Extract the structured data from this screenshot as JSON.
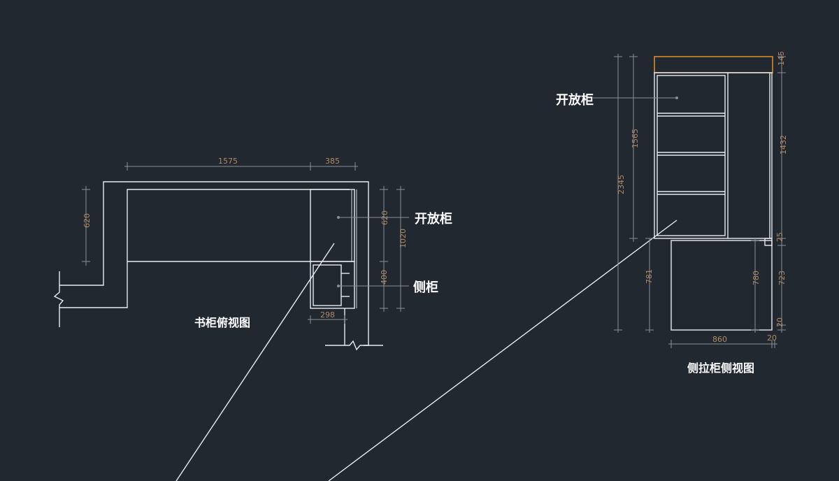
{
  "plan_view": {
    "title": "书柜俯视图",
    "label_open": "开放柜",
    "label_side": "侧柜",
    "dims": {
      "w1": "1575",
      "w2": "385",
      "h_left": "620",
      "h_open": "620",
      "h_total": "1020",
      "h_side": "400",
      "w_side": "298"
    }
  },
  "side_view": {
    "title": "侧拉柜侧视图",
    "label_open": "开放柜",
    "dims": {
      "top": "145",
      "total": "2345",
      "upper_inner": "1565",
      "upper_right": "1432",
      "gap": "25",
      "lower_left": "781",
      "lower_inner": "780",
      "lower_right": "723",
      "bottom": "20",
      "width": "860",
      "width_right": "20"
    }
  },
  "colors": {
    "background": "#212830",
    "lines": "#e8ecef",
    "dimension_text": "#b08a63",
    "highlight": "#d98a2a"
  }
}
